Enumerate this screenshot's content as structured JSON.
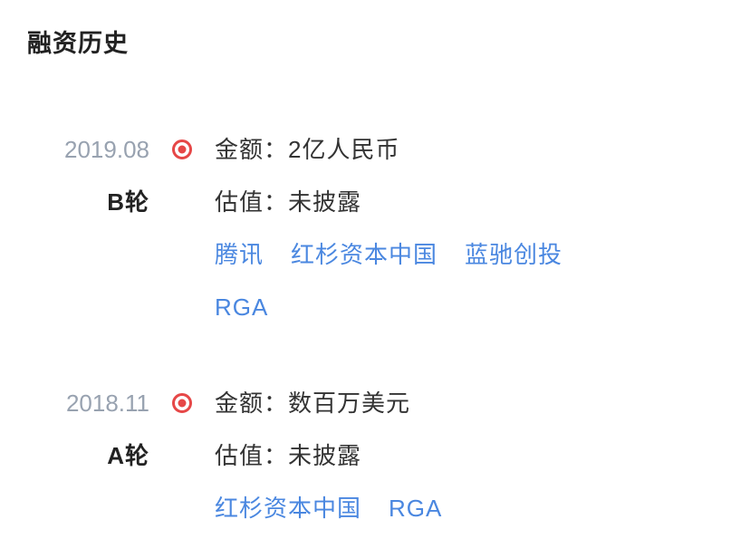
{
  "section": {
    "title": "融资历史"
  },
  "labels": {
    "amount": "金额：",
    "valuation": "估值："
  },
  "timeline": [
    {
      "date": "2019.08",
      "round": "B轮",
      "amount": "2亿人民币",
      "valuation": "未披露",
      "investors": [
        "腾讯",
        "红杉资本中国",
        "蓝驰创投",
        "RGA"
      ]
    },
    {
      "date": "2018.11",
      "round": "A轮",
      "amount": "数百万美元",
      "valuation": "未披露",
      "investors": [
        "红杉资本中国",
        "RGA"
      ]
    }
  ],
  "colors": {
    "accent_red": "#e64747",
    "link_blue": "#4a87e0",
    "date_gray": "#98a2b0",
    "text_dark": "#333333"
  }
}
